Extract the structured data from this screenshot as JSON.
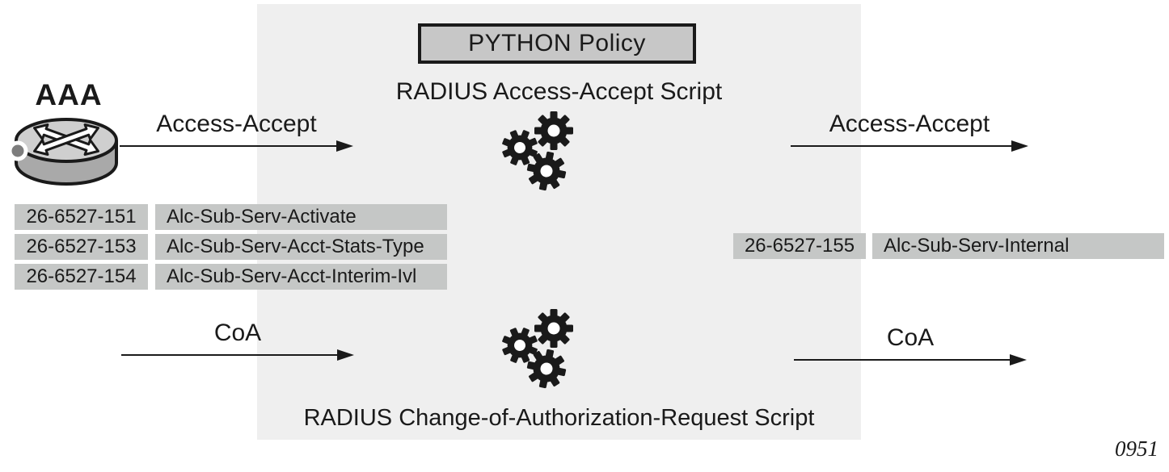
{
  "diagram": {
    "aaa_label": "AAA",
    "policy_box_label": "PYTHON Policy",
    "top_script_label": "RADIUS Access-Accept Script",
    "bottom_script_label": "RADIUS Change-of-Authorization-Request Script",
    "figure_number": "0951",
    "flows": {
      "top_left": "Access-Accept",
      "top_right": "Access-Accept",
      "bottom_left": "CoA",
      "bottom_right": "CoA"
    },
    "attributes_left": [
      {
        "code": "26-6527-151",
        "name": "Alc-Sub-Serv-Activate"
      },
      {
        "code": "26-6527-153",
        "name": "Alc-Sub-Serv-Acct-Stats-Type"
      },
      {
        "code": "26-6527-154",
        "name": "Alc-Sub-Serv-Acct-Interim-Ivl"
      }
    ],
    "attributes_right": [
      {
        "code": "26-6527-155",
        "name": "Alc-Sub-Serv-Internal"
      }
    ],
    "icons": {
      "router": "aaa-router-icon",
      "gears": "script-gears-icon"
    },
    "colors": {
      "panel_bg": "#efefef",
      "cell_bg": "#c5c7c6",
      "policy_box_bg": "#c7c7c7",
      "line": "#1a1a1a"
    }
  }
}
